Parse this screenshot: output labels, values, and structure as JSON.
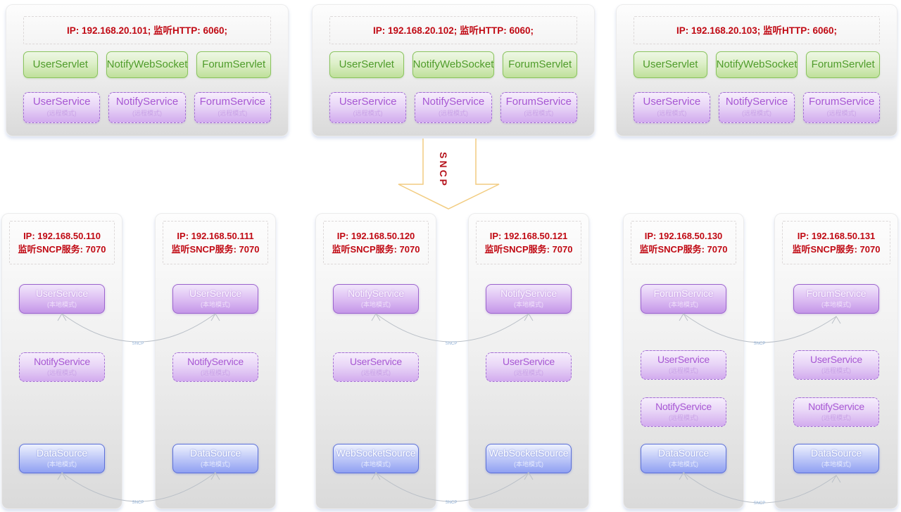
{
  "arrow": {
    "label": "SNCP"
  },
  "connector_label": "SNCP",
  "http_nodes": [
    {
      "header": "IP: 192.168.20.101;  监听HTTP: 6060;",
      "servlets": [
        "UserServlet",
        "NotifyWebSocket",
        "ForumServlet"
      ],
      "services": [
        {
          "name": "UserService",
          "mode": "(远程模式)"
        },
        {
          "name": "NotifyService",
          "mode": "(远程模式)"
        },
        {
          "name": "ForumService",
          "mode": "(远程模式)"
        }
      ]
    },
    {
      "header": "IP: 192.168.20.102;  监听HTTP: 6060;",
      "servlets": [
        "UserServlet",
        "NotifyWebSocket",
        "ForumServlet"
      ],
      "services": [
        {
          "name": "UserService",
          "mode": "(远程模式)"
        },
        {
          "name": "NotifyService",
          "mode": "(远程模式)"
        },
        {
          "name": "ForumService",
          "mode": "(远程模式)"
        }
      ]
    },
    {
      "header": "IP: 192.168.20.103;  监听HTTP: 6060;",
      "servlets": [
        "UserServlet",
        "NotifyWebSocket",
        "ForumServlet"
      ],
      "services": [
        {
          "name": "UserService",
          "mode": "(远程模式)"
        },
        {
          "name": "NotifyService",
          "mode": "(远程模式)"
        },
        {
          "name": "ForumService",
          "mode": "(远程模式)"
        }
      ]
    }
  ],
  "sncp_nodes": [
    {
      "ip": "IP: 192.168.50.110",
      "listen": "监听SNCP服务: 7070",
      "local": {
        "name": "UserService",
        "mode": "(本地模式)"
      },
      "remotes": [
        {
          "name": "NotifyService",
          "mode": "(远程模式)"
        }
      ],
      "source": {
        "name": "DataSource",
        "mode": "(本地模式)"
      }
    },
    {
      "ip": "IP: 192.168.50.111",
      "listen": "监听SNCP服务: 7070",
      "local": {
        "name": "UserService",
        "mode": "(本地模式)"
      },
      "remotes": [
        {
          "name": "NotifyService",
          "mode": "(远程模式)"
        }
      ],
      "source": {
        "name": "DataSource",
        "mode": "(本地模式)"
      }
    },
    {
      "ip": "IP: 192.168.50.120",
      "listen": "监听SNCP服务: 7070",
      "local": {
        "name": "NotifyService",
        "mode": "(本地模式)"
      },
      "remotes": [
        {
          "name": "UserService",
          "mode": "(远程模式)"
        }
      ],
      "source": {
        "name": "WebSocketSource",
        "mode": "(本地模式)"
      }
    },
    {
      "ip": "IP: 192.168.50.121",
      "listen": "监听SNCP服务: 7070",
      "local": {
        "name": "NotifyService",
        "mode": "(本地模式)"
      },
      "remotes": [
        {
          "name": "UserService",
          "mode": "(远程模式)"
        }
      ],
      "source": {
        "name": "WebSocketSource",
        "mode": "(本地模式)"
      }
    },
    {
      "ip": "IP: 192.168.50.130",
      "listen": "监听SNCP服务: 7070",
      "local": {
        "name": "ForumService",
        "mode": "(本地模式)"
      },
      "remotes": [
        {
          "name": "UserService",
          "mode": "(远程模式)"
        },
        {
          "name": "NotifyService",
          "mode": "(远程模式)"
        }
      ],
      "source": {
        "name": "DataSource",
        "mode": "(本地模式)"
      }
    },
    {
      "ip": "IP: 192.168.50.131",
      "listen": "监听SNCP服务: 7070",
      "local": {
        "name": "ForumService",
        "mode": "(本地模式)"
      },
      "remotes": [
        {
          "name": "UserService",
          "mode": "(远程模式)"
        },
        {
          "name": "NotifyService",
          "mode": "(远程模式)"
        }
      ],
      "source": {
        "name": "DataSource",
        "mode": "(本地模式)"
      }
    }
  ],
  "colors": {
    "red_text": "#c00913",
    "green_border": "#8ac45e",
    "purple_border": "#9c64ce",
    "blue_border": "#5c70d8",
    "arrow_outline": "#f2cc80",
    "connector": "#b9bfc7"
  }
}
